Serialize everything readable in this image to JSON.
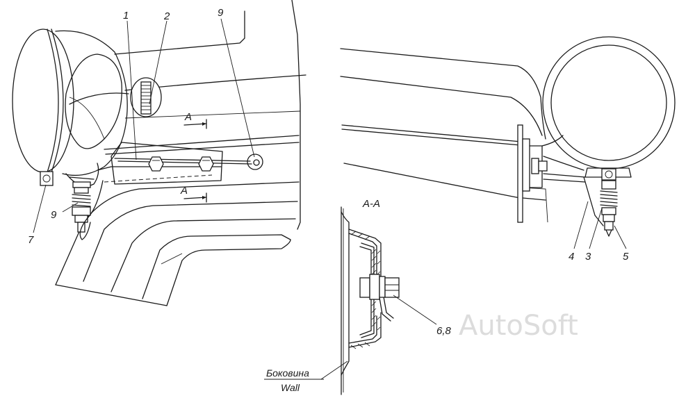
{
  "labels": {
    "l1": "1",
    "l2": "2",
    "l3": "3",
    "l4": "4",
    "l5": "5",
    "l7": "7",
    "l9_left": "9",
    "l9_top": "9",
    "l68": "6,8",
    "section_a_upper": "A",
    "section_a_lower": "A",
    "section_aa": "A-A",
    "wall_ru": "Боковина",
    "wall_en": "Wall"
  },
  "watermark": "AutoSoft"
}
